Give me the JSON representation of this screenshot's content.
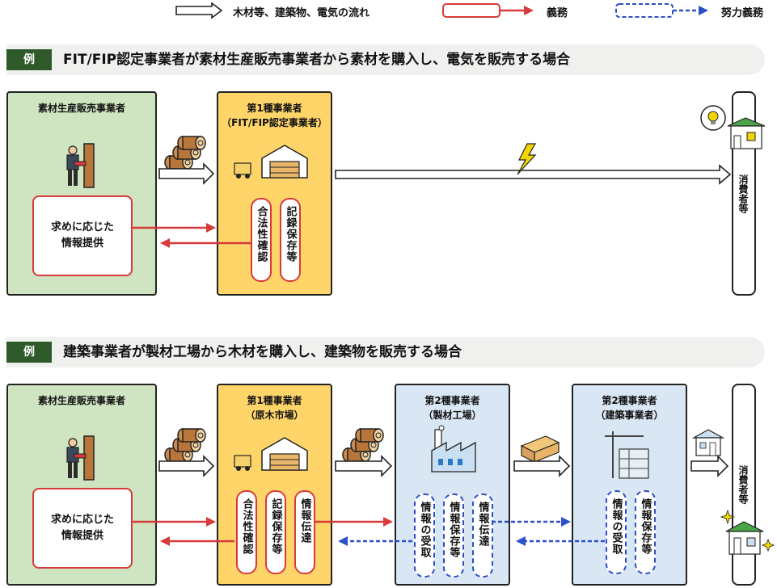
{
  "legend": {
    "flow": "木材等、建築物、電気の流れ",
    "obligation": "義務",
    "effort": "努力義務"
  },
  "example1": {
    "tag": "例",
    "title": "FIT/FIP認定事業者が素材生産販売事業者から素材を購入し、電気を販売する場合",
    "supplier": {
      "title": "素材生産販売事業者",
      "request_box": "求めに応じた\n情報提供"
    },
    "type1": {
      "title_line1": "第1種事業者",
      "title_line2": "（FIT/FIP認定事業者）",
      "pill_legality": "合法性確認",
      "pill_records": "記録保存等"
    },
    "consumer": "消費者等"
  },
  "example2": {
    "tag": "例",
    "title": "建築事業者が製材工場から木材を購入し、建築物を販売する場合",
    "supplier": {
      "title": "素材生産販売事業者",
      "request_box": "求めに応じた\n情報提供"
    },
    "type1": {
      "title_line1": "第1種事業者",
      "title_line2": "（原木市場）",
      "pill_legality": "合法性確認",
      "pill_records": "記録保存等",
      "pill_info": "情報伝達"
    },
    "type2_mill": {
      "title_line1": "第2種事業者",
      "title_line2": "（製材工場）",
      "pill_receive": "情報の受取",
      "pill_records": "情報保存等",
      "pill_info": "情報伝達"
    },
    "type2_builder": {
      "title_line1": "第2種事業者",
      "title_line2": "（建築事業者）",
      "pill_receive": "情報の受取",
      "pill_records": "情報保存等"
    },
    "consumer": "消費者等"
  },
  "colors": {
    "green": "#cfe4c0",
    "yellow": "#ffd56a",
    "blue": "#d9e7f4",
    "red": "#d73a3a",
    "dash_blue": "#2d4fc8",
    "tag_green": "#2e5a2a"
  }
}
